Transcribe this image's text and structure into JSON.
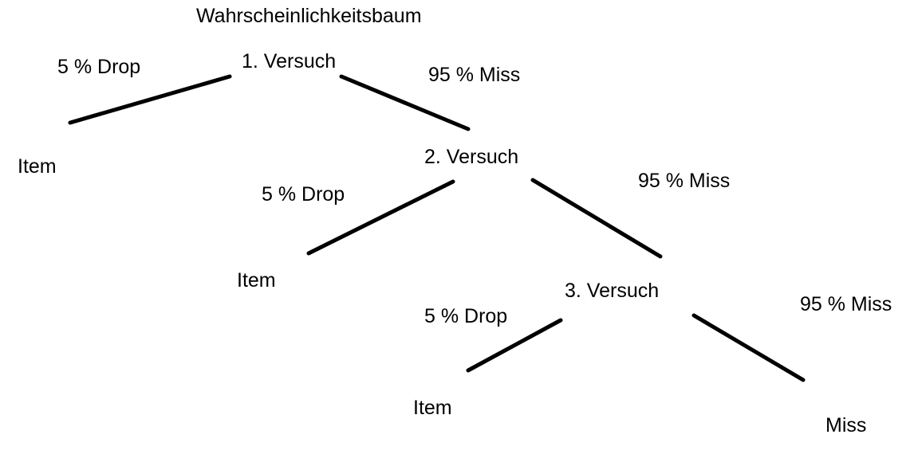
{
  "colors": {
    "background": "#ffffff",
    "line": "#000000",
    "text": "#000000"
  },
  "diagram": {
    "type": "probability-tree",
    "title": "Wahrscheinlichkeitsbaum",
    "attempts": [
      {
        "name": "1. Versuch",
        "drop": {
          "label": "5 % Drop",
          "leaf": "Item"
        },
        "miss": {
          "label": "95 % Miss",
          "next": "2. Versuch"
        }
      },
      {
        "name": "2. Versuch",
        "drop": {
          "label": "5 % Drop",
          "leaf": "Item"
        },
        "miss": {
          "label": "95 % Miss",
          "next": "3. Versuch"
        }
      },
      {
        "name": "3. Versuch",
        "drop": {
          "label": "5 % Drop",
          "leaf": "Item"
        },
        "miss": {
          "label": "95 % Miss",
          "leaf": "Miss"
        }
      }
    ]
  }
}
